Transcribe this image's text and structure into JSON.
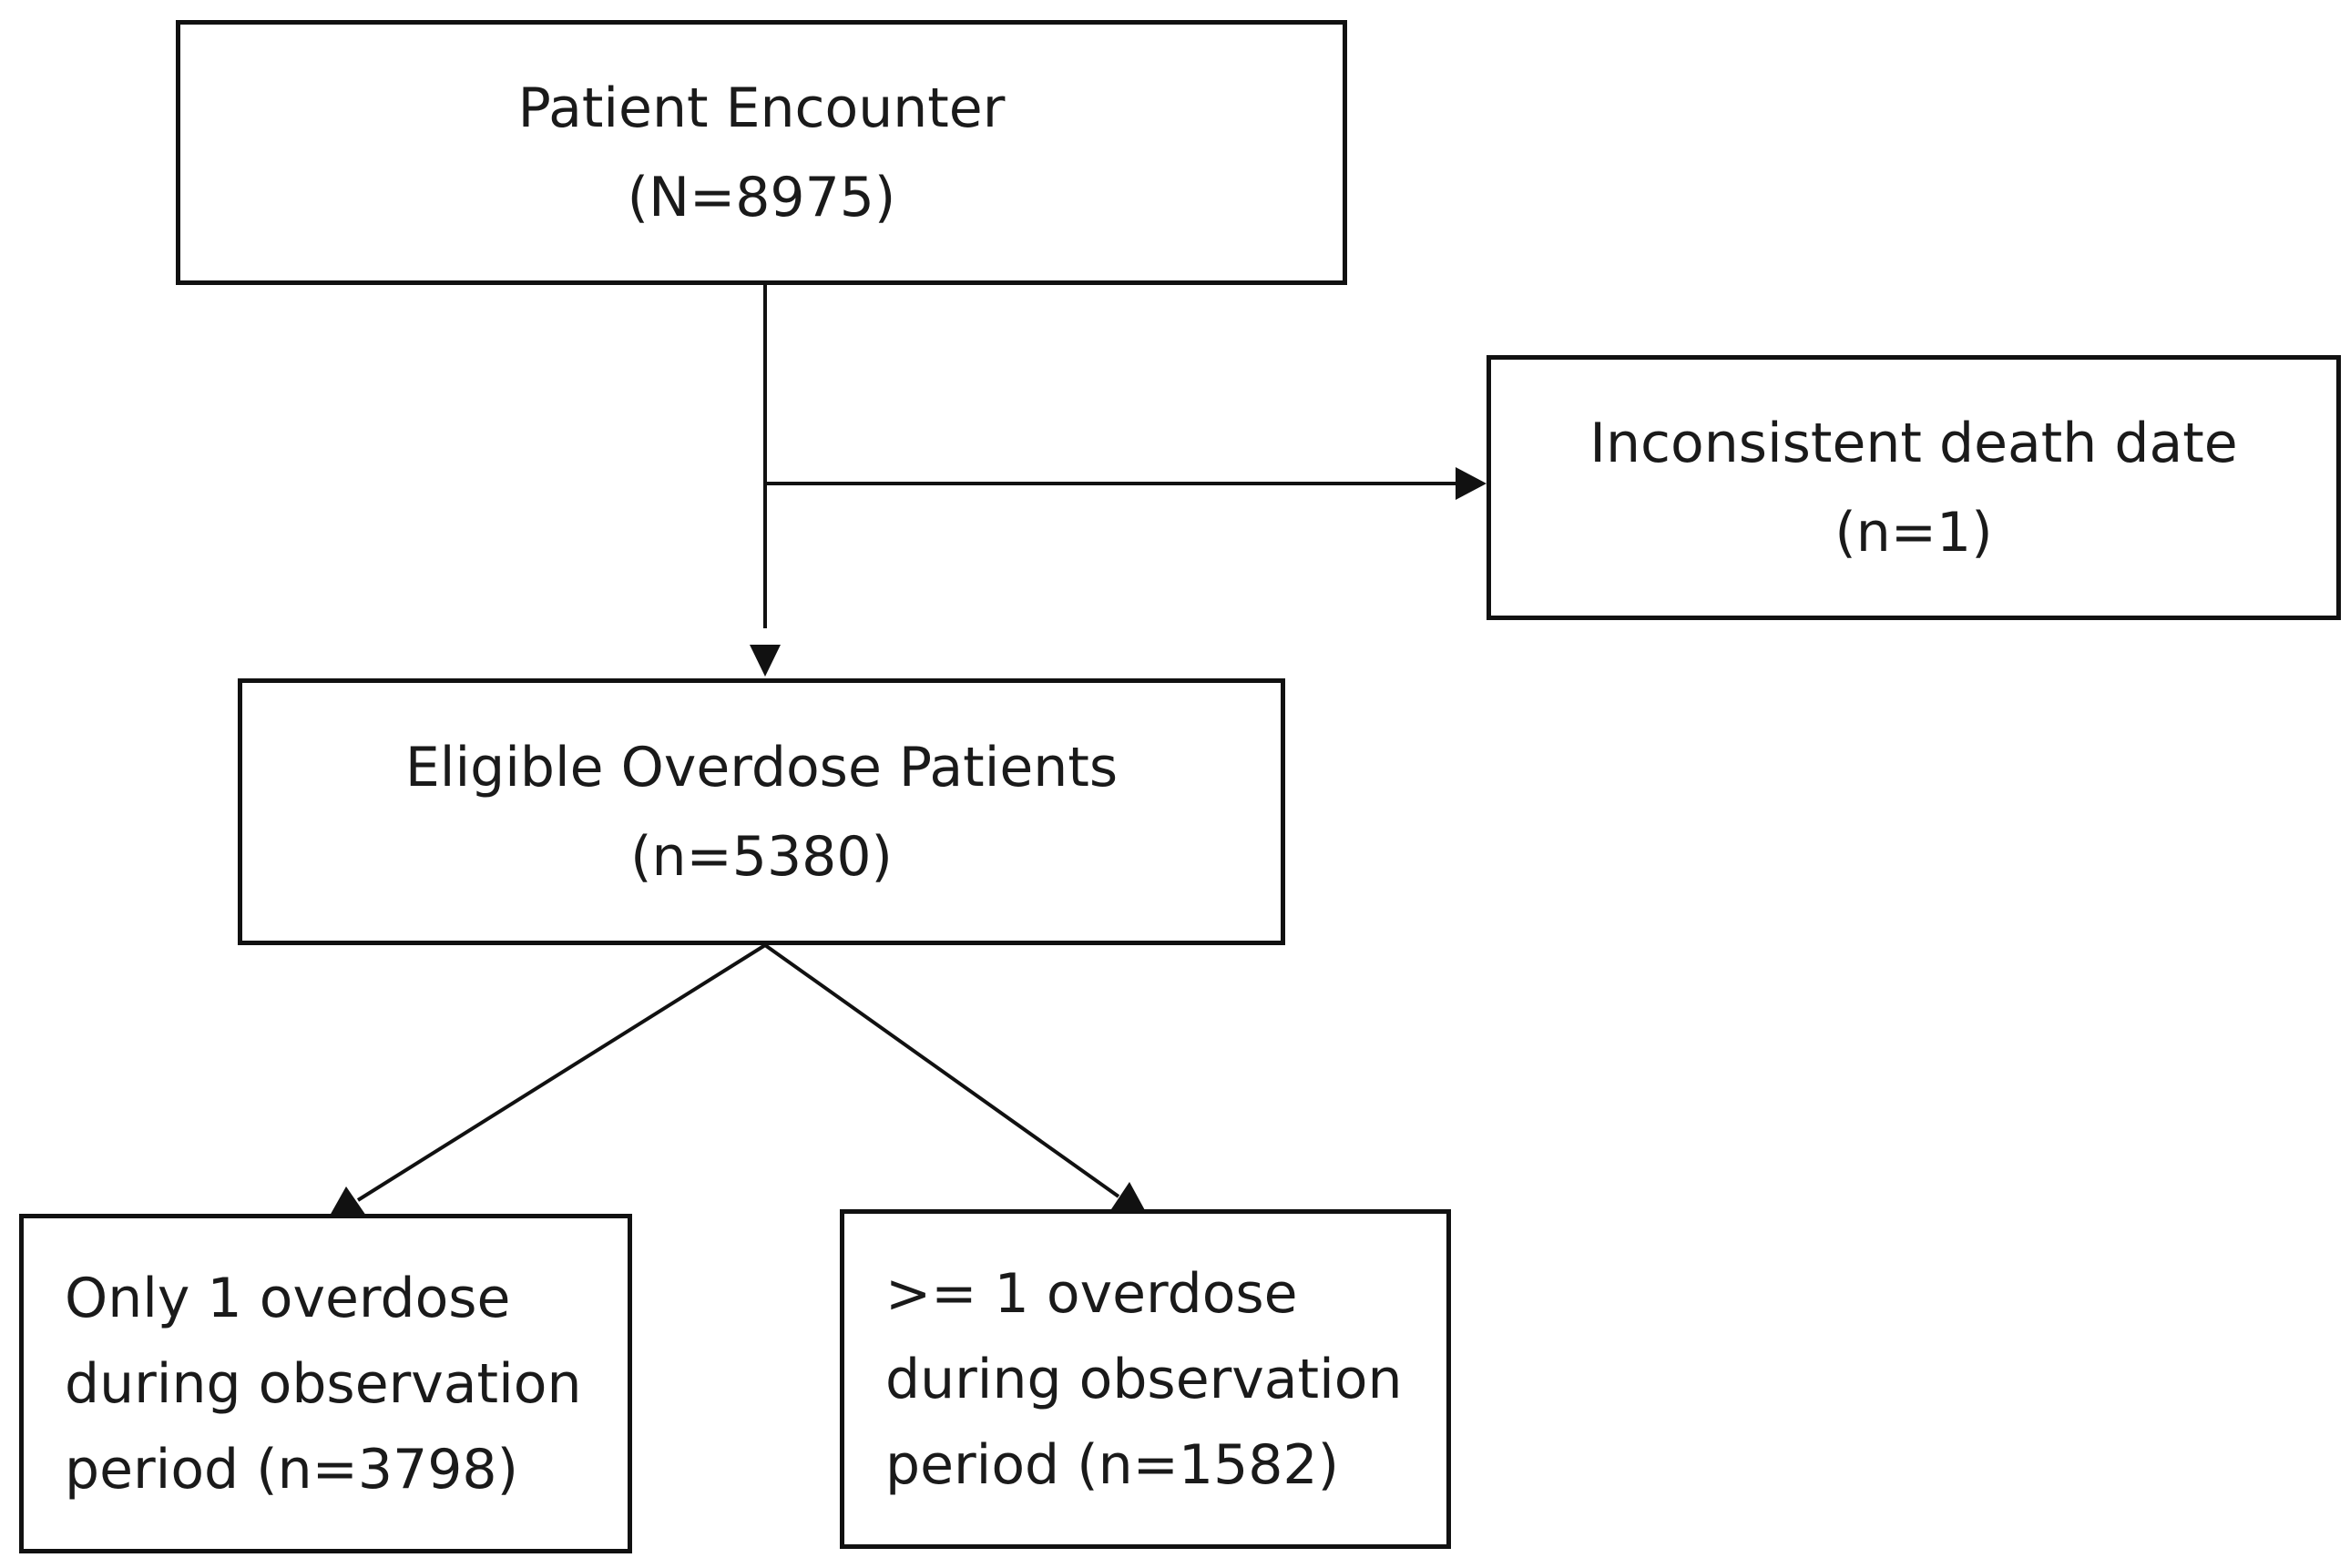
{
  "flowchart": {
    "encounter": {
      "title": "Patient Encounter",
      "count": "(N=8975)"
    },
    "excluded": {
      "title": "Inconsistent death date",
      "count": "(n=1)"
    },
    "eligible": {
      "title": "Eligible Overdose Patients",
      "count": "(n=5380)"
    },
    "single_overdose": {
      "line1": "Only 1 overdose",
      "line2": "during observation",
      "line3": "period (n=3798)"
    },
    "multiple_overdose": {
      "line1": ">= 1 overdose",
      "line2": "during observation",
      "line3": "period (n=1582)"
    }
  },
  "colors": {
    "stroke": "#111111",
    "text": "#1a1a1a",
    "background": "#ffffff"
  }
}
